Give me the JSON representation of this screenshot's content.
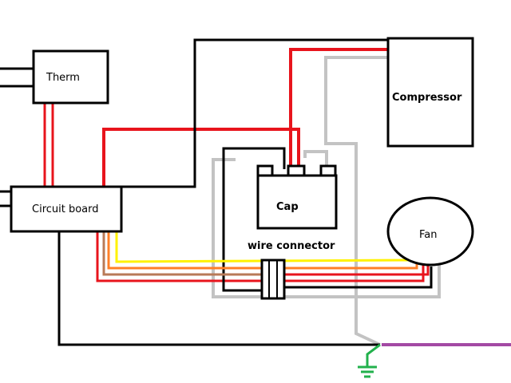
{
  "labels": {
    "therm": "Therm",
    "circuit_board": "Circuit board",
    "compressor": "Compressor",
    "cap": "Cap",
    "fan": "Fan",
    "wire_connector": "wire connector"
  },
  "colors": {
    "black": "#000000",
    "red": "#e8141c",
    "gray": "#c3c3c3",
    "yellow": "#fff200",
    "orange": "#ff7f27",
    "brown": "#b97a57",
    "purple": "#a349a4",
    "green": "#22b14c",
    "white": "#ffffff"
  }
}
